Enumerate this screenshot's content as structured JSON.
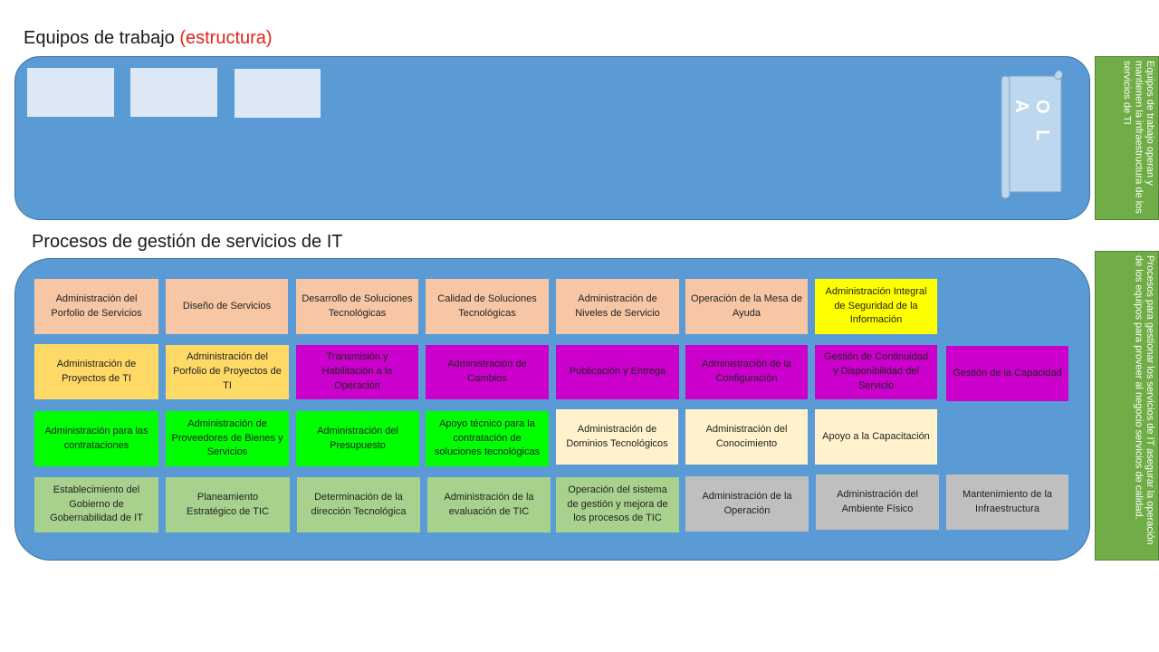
{
  "team": {
    "heading_main": "Equipos de trabajo ",
    "heading_accent": "(estructura)",
    "ola_label": "O L A",
    "side_note": "Equipos de trabajo operan y mantienen la infraestructura de los servicios de TI"
  },
  "processes": {
    "heading": "Procesos de gestión de servicios de IT",
    "side_note": "Procesos para gestionar los servicios de IT asegurar la operación de los equipos para proveer al negocio servicios de calidad.",
    "row1": [
      "Administración del Porfolio de Servicios",
      "Diseño de Servicios",
      "Desarrollo de Soluciones Tecnológicas",
      "Calidad de Soluciones Tecnológicas",
      "Administración de Niveles de Servicio",
      "Operación de la Mesa de Ayuda",
      "Administración Integral de Seguridad de la Información"
    ],
    "row2": [
      "Administración de Proyectos de TI",
      "Administración del Porfolio de Proyectos de TI",
      "Transmisión y Habilitación a la Operación",
      "Administración de Cambios",
      "Publicación y Entrega",
      "Administración de la Configuración",
      "Gestión de Continuidad y Disponibilidad del Servicio",
      "Gestión de la Capacidad"
    ],
    "row3": [
      "Administración para las contrataciones",
      "Administración de Proveedores de Bienes y Servicios",
      "Administración del Presupuesto",
      "Apoyo técnico para la contratación de soluciones tecnológicas",
      "Administración de Dominios Tecnológicos",
      "Administración del Conocimiento",
      "Apoyo a la Capacitación"
    ],
    "row4": [
      "Establecimiento del Gobierno de Gobernabilidad de IT",
      "Planeamiento Estratégico de TIC",
      "Determinación de la dirección Tecnológica",
      "Administración de la evaluación de TIC",
      "Operación del sistema de gestión y mejora de los procesos de TIC",
      "Administración de la Operación",
      "Administración del Ambiente Físico",
      "Mantenimiento de la Infraestructura"
    ]
  }
}
